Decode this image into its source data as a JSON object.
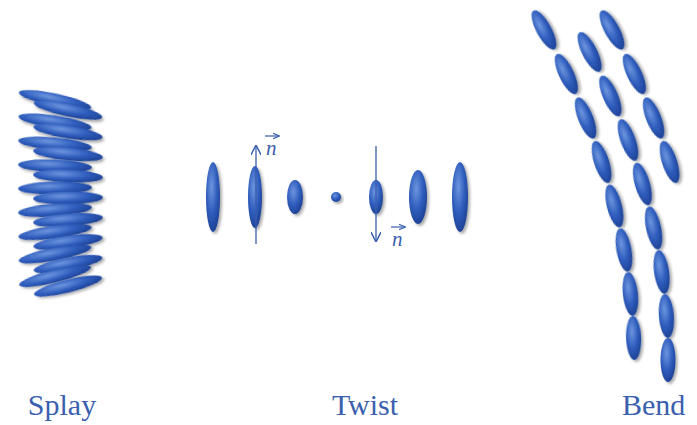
{
  "diagram": {
    "labels": [
      "Splay",
      "Twist",
      "Bend",
      "n",
      "n"
    ]
  }
}
